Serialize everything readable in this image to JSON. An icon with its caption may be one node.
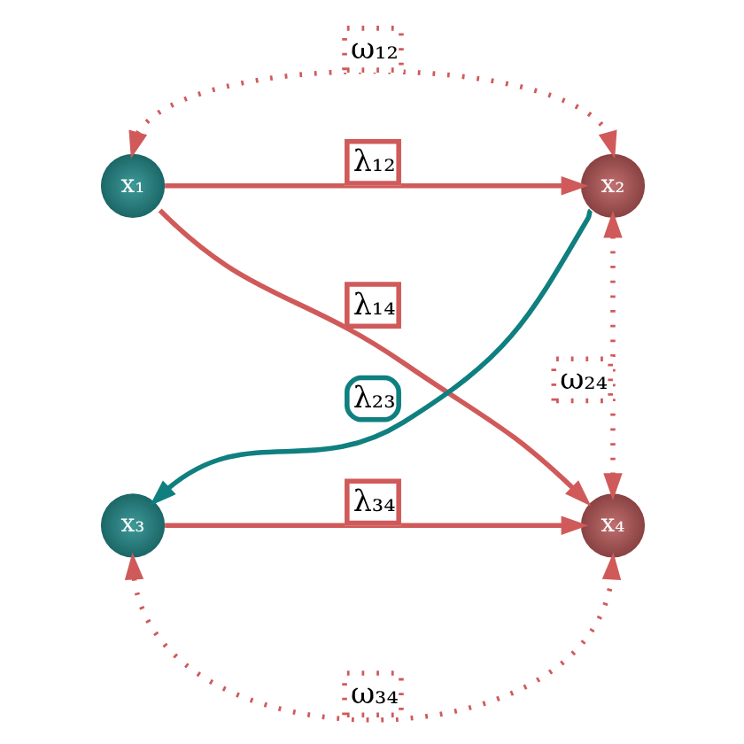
{
  "diagram": {
    "nodes": [
      {
        "text": [
          "x₁"
        ]
      },
      {
        "text": [
          "x₂"
        ]
      },
      {
        "text": [
          "x₃"
        ]
      },
      {
        "text": [
          "x₄"
        ]
      }
    ],
    "edges": [
      {
        "from": 0,
        "to": 1,
        "arrow": "to",
        "label": "λ₁₂"
      },
      {
        "from": 0,
        "to": 3,
        "arrow": "to",
        "label": "λ₁₄"
      },
      {
        "from": 1,
        "to": 2,
        "arrow": "to",
        "label": "λ₂₃",
        "color": "#0f7f7f"
      },
      {
        "from": 2,
        "to": 3,
        "arrow": "to",
        "label": "λ₃₄"
      },
      {
        "from": 0,
        "to": 1,
        "arrow": "both",
        "label": "ω₁₂",
        "style": "dashed"
      },
      {
        "from": 1,
        "to": 3,
        "arrow": "both",
        "label": "ω₂₄",
        "style": "dashed"
      },
      {
        "from": 2,
        "to": 3,
        "arrow": "both",
        "label": "ω₃₄",
        "style": "dashed"
      }
    ]
  }
}
